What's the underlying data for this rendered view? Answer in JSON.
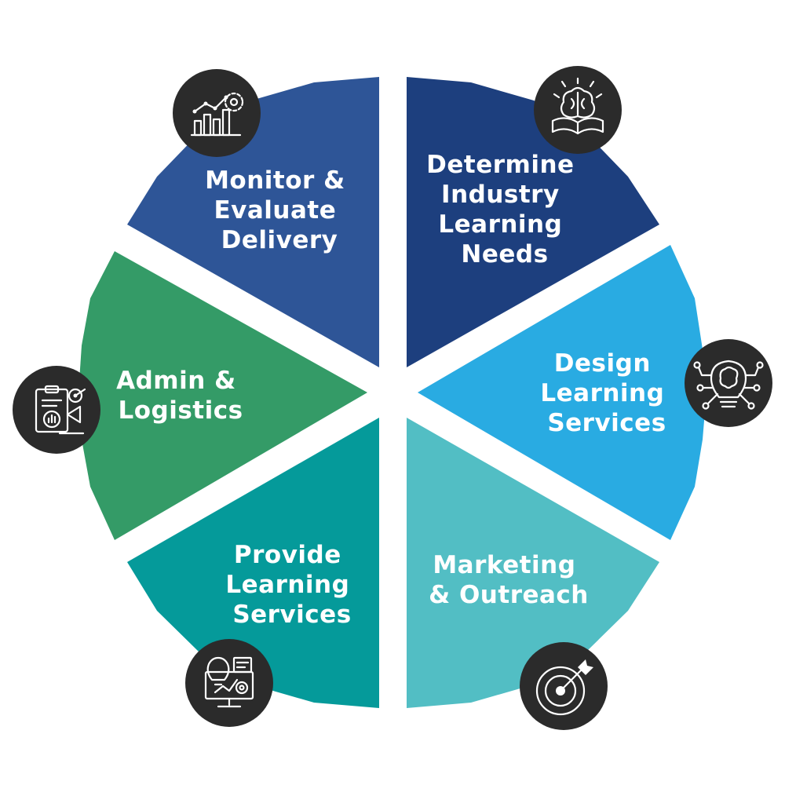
{
  "segments": [
    {
      "id": "determine",
      "label_lines": [
        "Determine",
        "Industry",
        "Learning",
        "Needs"
      ],
      "color": "#1d3f7e",
      "icon": "brain-book-icon"
    },
    {
      "id": "design",
      "label_lines": [
        "Design",
        "Learning",
        "Services"
      ],
      "color": "#29abe2",
      "icon": "lightbulb-brain-circuit-icon"
    },
    {
      "id": "marketing",
      "label_lines": [
        "Marketing",
        "& Outreach"
      ],
      "color": "#52bec4",
      "icon": "target-arrow-icon"
    },
    {
      "id": "provide",
      "label_lines": [
        "Provide",
        "Learning",
        "Services"
      ],
      "color": "#059a9a",
      "icon": "monitor-idea-gear-icon"
    },
    {
      "id": "admin",
      "label_lines": [
        "Admin &",
        "Logistics"
      ],
      "color": "#349b67",
      "icon": "clipboard-chart-target-icon"
    },
    {
      "id": "monitor",
      "label_lines": [
        "Monitor &",
        "Evaluate",
        "Delivery"
      ],
      "color": "#2e5597",
      "icon": "growth-chart-gear-icon"
    }
  ],
  "colors": {
    "badge": "#2b2b2b",
    "icon_stroke": "#ffffff",
    "label_text": "#ffffff"
  }
}
